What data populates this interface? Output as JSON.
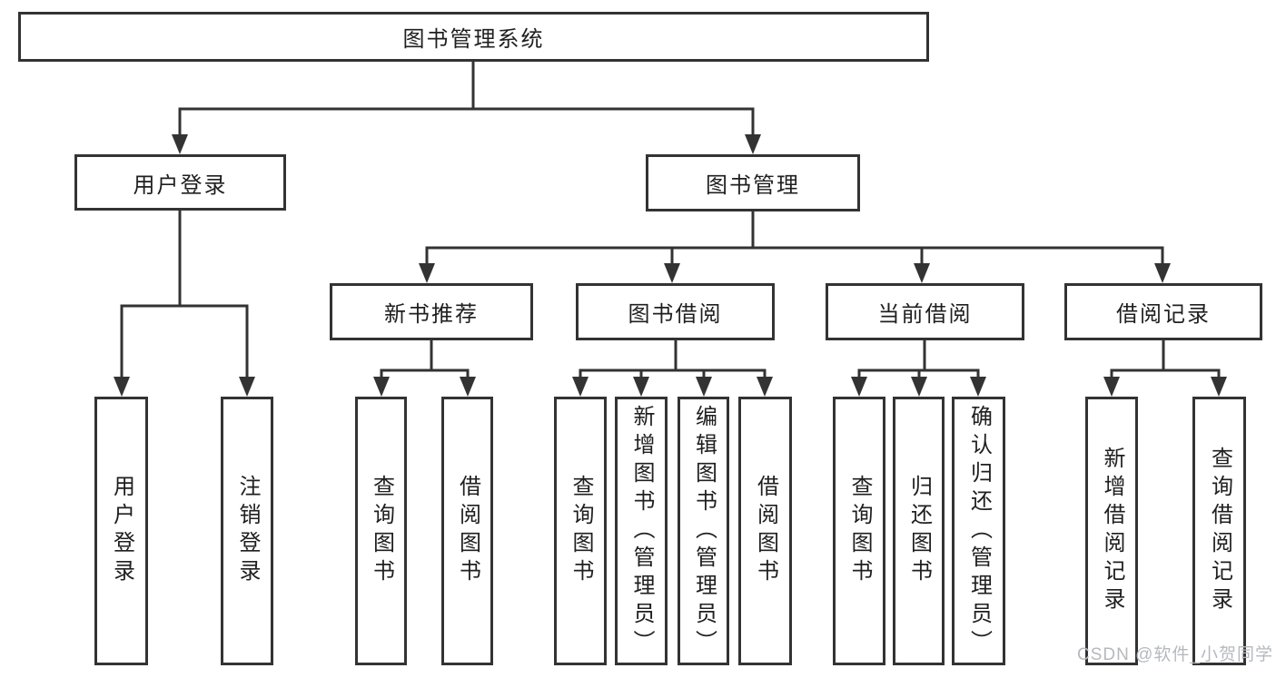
{
  "tree": {
    "root": {
      "label": "图书管理系统",
      "children": [
        {
          "label": "用户登录",
          "children": [
            {
              "label": "用户登录"
            },
            {
              "label": "注销登录"
            }
          ]
        },
        {
          "label": "图书管理",
          "children": [
            {
              "label": "新书推荐",
              "children": [
                {
                  "label": "查询图书"
                },
                {
                  "label": "借阅图书"
                }
              ]
            },
            {
              "label": "图书借阅",
              "children": [
                {
                  "label": "查询图书"
                },
                {
                  "label": "新增图书（管理员）"
                },
                {
                  "label": "编辑图书（管理员）"
                },
                {
                  "label": "借阅图书"
                }
              ]
            },
            {
              "label": "当前借阅",
              "children": [
                {
                  "label": "查询图书"
                },
                {
                  "label": "归还图书"
                },
                {
                  "label": "确认归还（管理员）"
                }
              ]
            },
            {
              "label": "借阅记录",
              "children": [
                {
                  "label": "新增借阅记录"
                },
                {
                  "label": "查询借阅记录"
                }
              ]
            }
          ]
        }
      ]
    }
  },
  "watermark": "CSDN @软件_小贺同学",
  "colors": {
    "line": "#333333",
    "text": "#1f1f1f",
    "background": "#ffffff",
    "watermark": "#b5b9be"
  }
}
